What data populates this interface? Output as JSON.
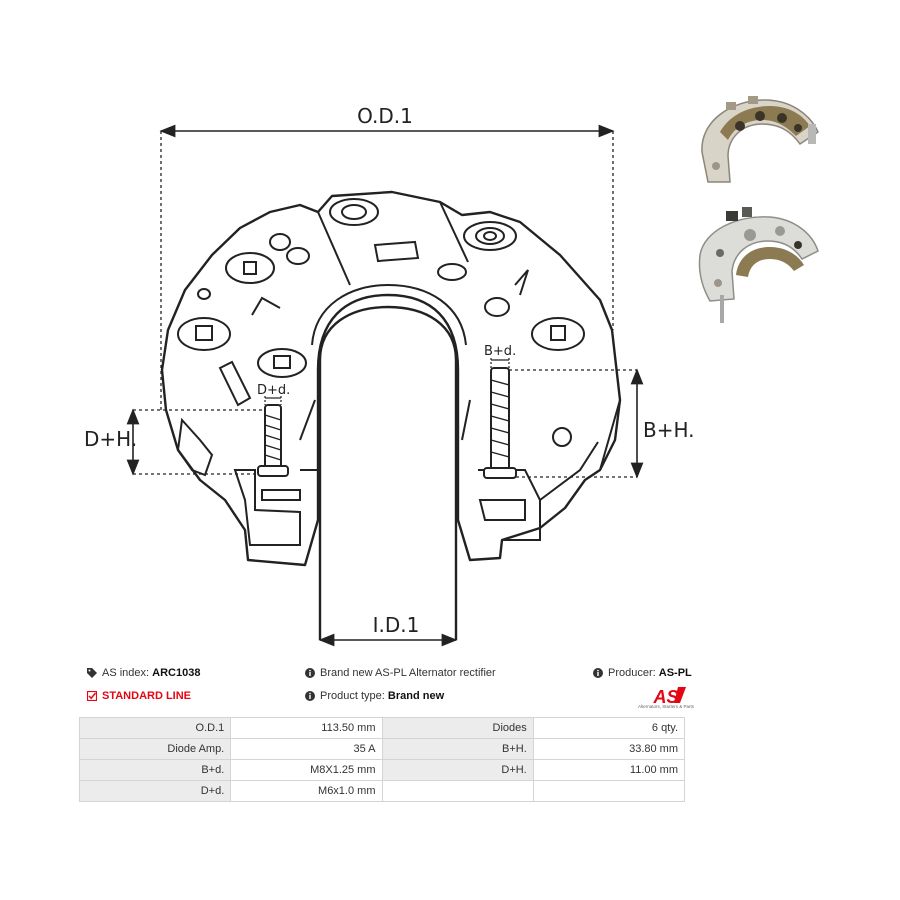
{
  "dimensions": {
    "od": "O.D.1",
    "id": "I.D.1",
    "dh": "D+H.",
    "dd": "D+d.",
    "bh": "B+H.",
    "bd": "B+d."
  },
  "info": {
    "as_index_label": "AS index:",
    "as_index_value": "ARC1038",
    "line": "STANDARD LINE",
    "brand_text": "Brand new AS-PL Alternator rectifier",
    "product_type_label": "Product type:",
    "product_type_value": "Brand new",
    "producer_label": "Producer:",
    "producer_value": "AS-PL"
  },
  "logo": {
    "text": "AS",
    "subtitle": "Alternators, Starters & Parts",
    "color": "#e30613"
  },
  "specs": [
    {
      "l1": "O.D.1",
      "v1": "113.50 mm",
      "l2": "Diodes",
      "v2": "6 qty."
    },
    {
      "l1": "Diode Amp.",
      "v1": "35 A",
      "l2": "B+H.",
      "v2": "33.80 mm"
    },
    {
      "l1": "B+d.",
      "v1": "M8X1.25 mm",
      "l2": "D+H.",
      "v2": "11.00 mm"
    },
    {
      "l1": "D+d.",
      "v1": "M6x1.0 mm",
      "l2": "",
      "v2": ""
    }
  ]
}
